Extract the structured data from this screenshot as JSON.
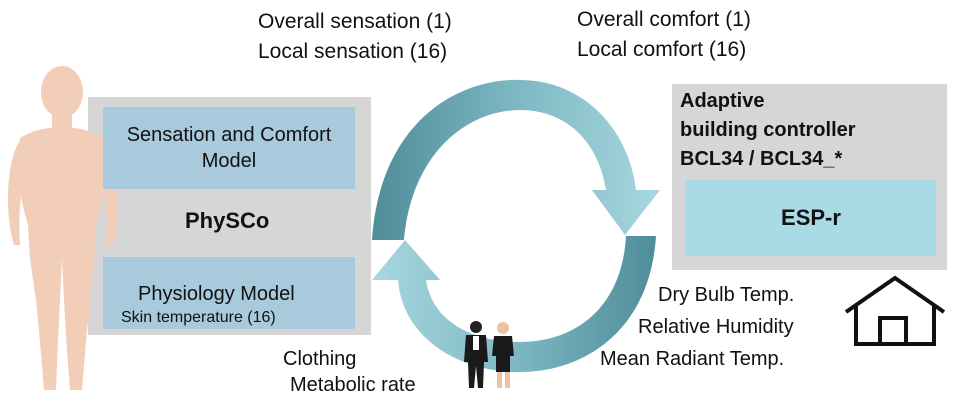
{
  "top_left_labels": {
    "overall_sensation": "Overall sensation (1)",
    "local_sensation": "Local sensation (16)"
  },
  "top_right_labels": {
    "overall_comfort": "Overall comfort (1)",
    "local_comfort": "Local comfort (16)"
  },
  "physco_panel": {
    "sensation_model_line1": "Sensation and Comfort",
    "sensation_model_line2": "Model",
    "title": "PhySCo",
    "physiology_model": "Physiology Model",
    "skin_temperature": "Skin temperature (16)"
  },
  "controller_panel": {
    "line1": "Adaptive",
    "line2": "building controller",
    "line3": "BCL34 / BCL34_*",
    "esp_r": "ESP-r"
  },
  "bottom_left_labels": {
    "clothing": "Clothing",
    "metabolic_rate": "Metabolic rate"
  },
  "bottom_right_labels": {
    "dry_bulb": "Dry Bulb Temp.",
    "relative_humidity": "Relative Humidity",
    "mean_radiant": "Mean Radiant Temp."
  },
  "colors": {
    "panel_gray": "#d6d6d6",
    "model_blue": "#a9c9dc",
    "esp_blue": "#a9dbe6",
    "arrow_dark": "#4f8d99",
    "arrow_light": "#a8d7df",
    "body_skin": "#f2cdb7"
  }
}
